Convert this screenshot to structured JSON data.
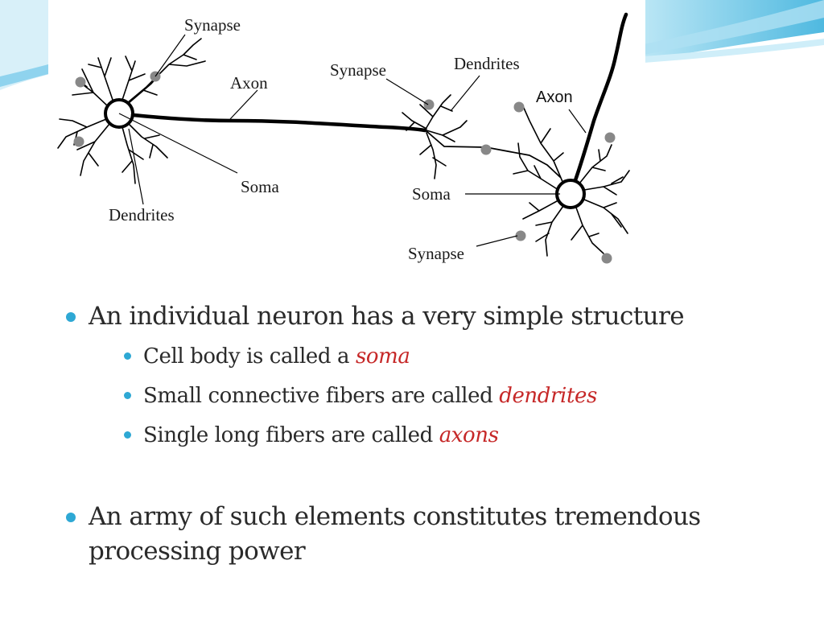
{
  "diagram": {
    "labels": {
      "synapse_1": "Synapse",
      "axon_1": "Axon",
      "soma_1": "Soma",
      "dendrites_1": "Dendrites",
      "synapse_2": "Synapse",
      "dendrites_2": "Dendrites",
      "axon_2": "Axon",
      "soma_2": "Soma",
      "synapse_3": "Synapse"
    }
  },
  "content": {
    "bullet_1": "An individual neuron has a very simple structure",
    "sub_bullets": [
      {
        "text": "Cell body is called a ",
        "term": "soma"
      },
      {
        "text": "Small connective fibers are called ",
        "term": "dendrites"
      },
      {
        "text": "Single long fibers are called ",
        "term": "axons"
      }
    ],
    "bullet_2": "An army of such elements constitutes tremendous processing power"
  },
  "colors": {
    "bullet_dot": "#2ea8d4",
    "term_highlight": "#c62828",
    "text": "#2a2a2a",
    "wave_accent": "#5bc3e6"
  }
}
